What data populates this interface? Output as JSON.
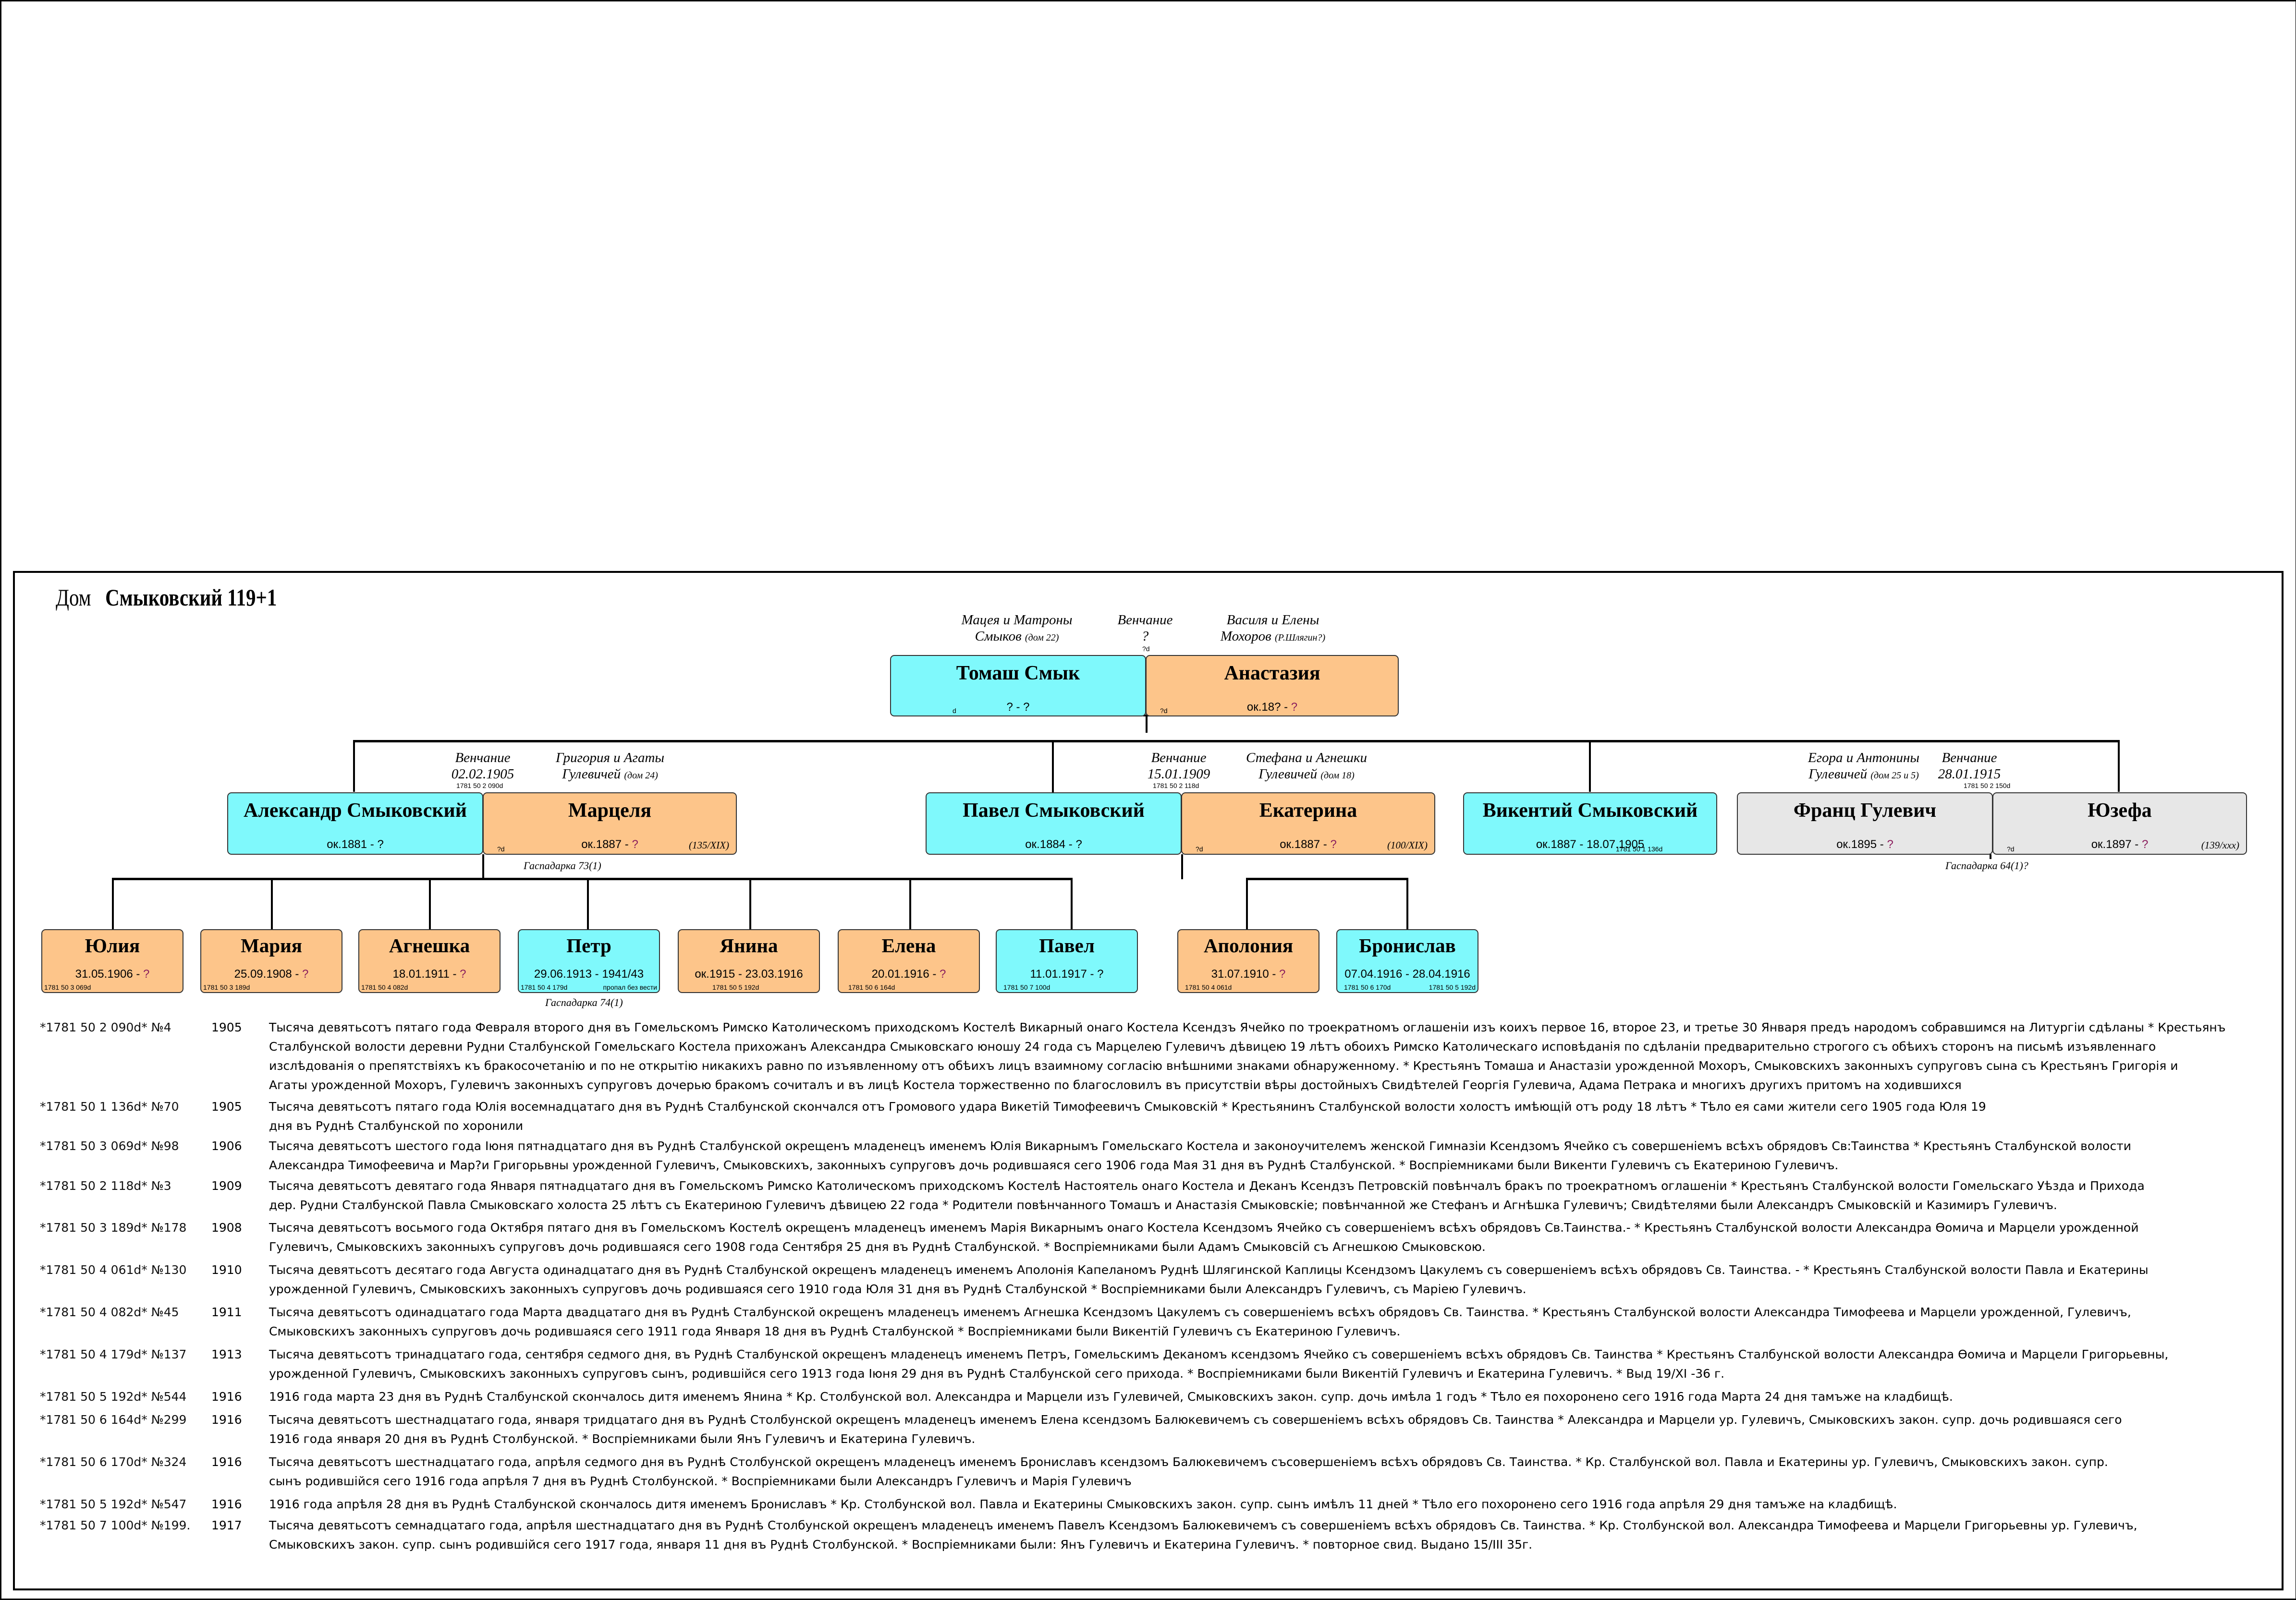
{
  "title": {
    "prefix": "Дом",
    "name": "Смыковский 119+1"
  },
  "captions": {
    "top_left_couple": {
      "l1": "Мацея и Матроны",
      "l2": "Смыков",
      "l2s": "(дом 22)"
    },
    "top_wedding": {
      "l1": "Венчание",
      "l2": "?",
      "ref": "?d"
    },
    "top_right_couple": {
      "l1": "Василя и Елены",
      "l2": "Мохоров",
      "l2s": "(Р.Шлягин?)"
    },
    "w1": {
      "l1": "Венчание",
      "l2": "02.02.1905",
      "ref": "1781 50 2 090d"
    },
    "p1": {
      "l1": "Григория и Агаты",
      "l2": "Гулевичей",
      "l2s": "(дом 24)"
    },
    "w2": {
      "l1": "Венчание",
      "l2": "15.01.1909",
      "ref": "1781 50 2 118d"
    },
    "p2": {
      "l1": "Стефана и Агнешки",
      "l2": "Гулевичей",
      "l2s": "(дом 18)"
    },
    "p3": {
      "l1": "Егора и Антонины",
      "l2": "Гулевичей",
      "l2s": "(дом 25 и 5)"
    },
    "w3": {
      "l1": "Венчание",
      "l2": "28.01.1915",
      "ref": "1781 50 2 150d"
    },
    "gas1": "Гаспадарка 73(1)",
    "gas2": "Гаспадарка 64(1)?",
    "gas3": "Гаспадарка 74(1)"
  },
  "people": {
    "tomash": {
      "name": "Томаш Смык",
      "date": "? - ?",
      "ref": "d"
    },
    "anastasia": {
      "name": "Анастазия",
      "date": "ок.18? - ",
      "q": "?",
      "ref": "?d"
    },
    "alexander": {
      "name": "Александр Смыковский",
      "date": "ок.1881 - ?"
    },
    "marcelia": {
      "name": "Марцеля",
      "date": "ок.1887 - ",
      "q": "?",
      "note": "(135/XIX)",
      "ref": "?d"
    },
    "pavel": {
      "name": "Павел Смыковский",
      "date": "ок.1884 - ?"
    },
    "ekaterina": {
      "name": "Екатерина",
      "date": "ок.1887 - ",
      "q": "?",
      "note": "(100/XIX)",
      "ref": "?d"
    },
    "vikentiy": {
      "name": "Викентий Смыковский",
      "date": "ок.1887 - 18.07.1905",
      "ref": "1781 50 1 136d"
    },
    "frants": {
      "name": "Франц Гулевич",
      "date": "ок.1895 - ",
      "q": "?"
    },
    "yuzefa": {
      "name": "Юзефа",
      "date": "ок.1897 - ",
      "q": "?",
      "note": "(139/xxx)",
      "ref": "?d"
    },
    "yulia": {
      "name": "Юлия",
      "date": "31.05.1906 - ",
      "q": "?",
      "ref": "1781 50 3 069d"
    },
    "maria": {
      "name": "Мария",
      "date": "25.09.1908 - ",
      "q": "?",
      "ref": "1781 50 3 189d"
    },
    "agneshka": {
      "name": "Агнешка",
      "date": "18.01.1911 - ",
      "q": "?",
      "ref": "1781 50 4 082d"
    },
    "petr": {
      "name": "Петр",
      "date": "29.06.1913 - 1941/43",
      "ref": "1781 50 4 179d",
      "ref2": "пропал без вести"
    },
    "yanina": {
      "name": "Янина",
      "date": "ок.1915 - 23.03.1916",
      "ref": "1781 50 5 192d"
    },
    "elena": {
      "name": "Елена",
      "date": "20.01.1916 - ",
      "q": "?",
      "ref": "1781 50 6 164d"
    },
    "pavel2": {
      "name": "Павел",
      "date": "11.01.1917 - ?",
      "ref": "1781 50 7 100d"
    },
    "apolonia": {
      "name": "Аполония",
      "date": "31.07.1910 - ",
      "q": "?",
      "ref": "1781 50 4 061d"
    },
    "bronislav": {
      "name": "Бронислав",
      "date": "07.04.1916 - 28.04.1916",
      "ref": "1781 50 6 170d",
      "ref2": "1781 50 5 192d"
    }
  },
  "records": [
    {
      "id": "*1781 50 2 090d* №4",
      "year": "1905",
      "lines": [
        "Тысяча девятьсотъ пятаго года Февраля второго дня въ Гомельскомъ Римско Католическомъ приходскомъ Костелѣ Викарный онаго Костела Ксендзъ Ячейко по троекратномъ оглашеніи изъ коихъ первое 16, второе 23, и третье 30 Января предъ народомъ собравшимся на Литургіи сдѣланы * Крестьянъ",
        "Сталбунской волости деревни Рудни Сталбунской Гомельскаго Костела прихожанъ Александра Смыковскаго юношу 24 года съ Марцелею Гулевичъ дѣвицею 19 лѣтъ обоихъ Римско Католическаго исповѣданія по сдѣланіи предварительно строгого съ обѣихъ сторонъ на письмѣ изъявленнаго",
        "изслѣдованія о препятствіяхъ къ бракосочетанію и по не открытію никакихъ равно по изъявленному отъ обѣихъ лицъ взаимному согласію внѣшними знаками обнаруженному. * Крестьянъ Томаша и Анастазіи урожденной Мохоръ, Смыковскихъ законныхъ супруговъ сына съ Крестьянъ Григорія и",
        "Агаты урожденной Мохоръ, Гулевичъ законныхъ супруговъ дочерью бракомъ сочиталъ и въ лицѣ Костела торжественно по благословилъ въ присутствіи вѣры достойныхъ Свидѣтелей Георгія Гулевича, Адама Петрака и многихъ другихъ притомъ на ходившихся"
      ]
    },
    {
      "id": "*1781 50 1 136d* №70",
      "year": "1905",
      "lines": [
        "Тысяча девятьсотъ пятаго года Юлія восемнадцатаго дня въ Руднѣ Сталбунской скончался отъ Громового удара Викетій Тимофеевичъ Смыковскій * Крестьянинъ Сталбунской волости холостъ имѣющій отъ роду 18 лѣтъ * Тѣло ея сами жители сего 1905 года Юля 19",
        "дня въ Руднѣ Сталбунской по хоронили"
      ]
    },
    {
      "id": "*1781 50 3 069d* №98",
      "year": "1906",
      "lines": [
        "Тысяча девятьсотъ шестого года Іюня пятнадцатаго дня въ Руднѣ Сталбунской окрещенъ младенецъ именемъ Юлія Викарнымъ Гомельскаго Костела и законоучителемъ женской Гимназіи Ксендзомъ Ячейко съ совершеніемъ всѣхъ обрядовъ Св:Таинства * Крестьянъ Сталбунской волости",
        "Александра Тимофеевича и Мар?и Григорьвны урожденной Гулевичъ, Смыковскихъ, законныхъ супруговъ дочь родившаяся сего 1906 года Мая 31 дня въ Руднѣ Сталбунской. * Воспріемниками были Викенти Гулевичъ съ Екатериною Гулевичъ."
      ]
    },
    {
      "id": "*1781 50 2 118d* №3",
      "year": "1909",
      "lines": [
        "Тысяча девятьсотъ девятаго года Января пятнадцатаго дня въ Гомельскомъ Римско Католическомъ приходскомъ Костелѣ Настоятель онаго Костела и Деканъ Ксендзъ Петровскій повѣнчалъ бракъ по троекратномъ оглашеніи * Крестьянъ Сталбунской волости Гомельскаго Уѣзда и Прихода",
        "дер. Рудни Сталбунской Павла Смыковскаго холоста 25 лѣтъ съ Екатериною Гулевичъ дѣвицею 22 года * Родители повѣнчанного Томашъ и Анастазія Смыковскіе; повѣнчанной же Стефанъ и Агнѣшка Гулевичъ; Свидѣтелями были Александръ Смыковскій и Казимиръ Гулевичъ."
      ]
    },
    {
      "id": "*1781 50 3 189d* №178",
      "year": "1908",
      "lines": [
        "Тысяча девятьсотъ восьмого года Октября пятаго дня въ Гомельскомъ Костелѣ окрещенъ младенецъ именемъ Марія Викарнымъ онаго Костела Ксендзомъ Ячейко съ совершеніемъ всѣхъ обрядовъ Св.Таинства.- * Крестьянъ Сталбунской волости Александра Ѳомича и Марцели урожденной",
        "Гулевичъ, Смыковскихъ законныхъ супруговъ дочь родившаяся сего 1908 года Сентября 25 дня въ Руднѣ Сталбунской. * Воспріемниками были Адамъ Смыковсій съ Агнешкою Смыковскою."
      ]
    },
    {
      "id": "*1781 50 4 061d* №130",
      "year": "1910",
      "lines": [
        "Тысяча девятьсотъ десятаго года Августа одинадцатаго дня въ Руднѣ Сталбунской окрещенъ младенецъ именемъ Аполонія Капеланомъ Руднѣ Шлягинской Каплицы Ксендзомъ Цакулемъ съ совершеніемъ всѣхъ обрядовъ Св. Таинства. - * Крестьянъ Сталбунской волости Павла и Екатерины",
        "урожденной Гулевичъ, Смыковскихъ законныхъ супруговъ дочь родившаяся сего 1910 года Юля 31 дня въ Руднѣ Сталбунской * Воспріемниками были Александръ Гулевичъ, съ Маріею Гулевичъ."
      ]
    },
    {
      "id": "*1781 50 4 082d* №45",
      "year": "1911",
      "lines": [
        "Тысяча девятьсотъ одинадцатаго года Марта двадцатаго дня въ Руднѣ Сталбунской окрещенъ младенецъ именемъ Агнешка Ксендзомъ Цакулемъ съ совершеніемъ всѣхъ обрядовъ Св. Таинства. * Крестьянъ Сталбунской волости Александра Тимофеева и Марцели урожденной, Гулевичъ,",
        "Смыковскихъ законныхъ супруговъ дочь родившаяся сего 1911 года Января 18 дня въ Руднѣ Сталбунской * Воспріемниками были Викентій Гулевичъ съ Екатериною Гулевичъ."
      ]
    },
    {
      "id": "*1781 50 4 179d* №137",
      "year": "1913",
      "lines": [
        "Тысяча девятьсотъ тринадцатаго года, сентября седмого дня, въ Руднѣ Сталбунской окрещенъ младенецъ именемъ Петръ, Гомельскимъ Деканомъ ксендзомъ Ячейко съ совершеніемъ всѣхъ обрядовъ Св. Таинства * Крестьянъ Сталбунской волости Александра Ѳомича и Марцели Григорьевны,",
        "урожденной Гулевичъ, Смыковскихъ законныхъ супруговъ сынъ, родившійся сего 1913 года Іюня 29 дня въ Руднѣ Сталбунской сего прихода. * Воспріемниками были Викентій Гулевичъ и Екатерина Гулевичъ. * Выд 19/XI -36 г."
      ]
    },
    {
      "id": "*1781 50 5 192d* №544",
      "year": "1916",
      "lines": [
        "1916 года марта 23 дня въ Руднѣ Сталбунской скончалось дитя именемъ Янина * Кр. Столбунской вол. Александра и Марцели изъ Гулевичей, Смыковскихъ закон. супр. дочь имѣла 1 годъ * Тѣло ея похоронено сего 1916 года Марта 24 дня тамъже на кладбищѣ."
      ]
    },
    {
      "id": "*1781 50 6 164d* №299",
      "year": "1916",
      "lines": [
        "Тысяча девятьсотъ шестнадцатаго года, января тридцатаго дня въ Руднѣ Столбунской окрещенъ младенецъ именемъ Елена ксендзомъ Балюкевичемъ съ совершеніемъ всѣхъ обрядовъ Св. Таинства * Александра и Марцели ур. Гулевичъ, Смыковскихъ закон. супр. дочь родившаяся сего",
        "1916 года января 20 дня въ Руднѣ Столбунской. * Воспріемниками были Янъ Гулевичъ и Екатерина Гулевичъ."
      ]
    },
    {
      "id": "*1781 50 6 170d* №324",
      "year": "1916",
      "lines": [
        "Тысяча девятьсотъ шестнадцатаго года, апрѣля седмого дня въ Руднѣ Столбунской окрещенъ младенецъ именемъ Брониславъ ксендзомъ Балюкевичемъ съсовершеніемъ всѣхъ обрядовъ Св. Таинства. * Кр. Сталбунской вол. Павла и Екатерины ур. Гулевичъ, Смыковскихъ закон. супр.",
        "сынъ родившійся сего 1916 года апрѣля 7 дня въ Руднѣ Столбунской. * Воспріемниками были Александръ Гулевичъ и Марія Гулевичъ"
      ]
    },
    {
      "id": "*1781 50 5 192d* №547",
      "year": "1916",
      "lines": [
        "1916 года апрѣля 28 дня въ Руднѣ Сталбунской скончалось дитя именемъ Брониславъ * Кр. Столбунской вол. Павла и Екатерины Смыковскихъ закон. супр. сынъ имѣлъ 11 дней * Тѣло его похоронено сего 1916 года апрѣля 29 дня тамъже на кладбищѣ."
      ]
    },
    {
      "id": "*1781 50 7 100d* №199.",
      "year": "1917",
      "lines": [
        "Тысяча девятьсотъ семнадцатаго года, апрѣля шестнадцатаго дня въ Руднѣ Столбунской окрещенъ младенецъ именемъ Павелъ Ксендзомъ Балюкевичемъ съ совершеніемъ всѣхъ обрядовъ Св. Таинства. * Кр. Столбунской вол. Александра Тимофеева и Марцели Григорьевны ур. Гулевичъ,",
        "Смыковскихъ закон. супр. сынъ родившійся сего 1917 года, января 11 дня въ Руднѣ Столбунской. * Воспріемниками были: Янъ Гулевичъ и Екатерина Гулевичъ.  * повторное свид. Выдано 15/III 35г."
      ]
    }
  ]
}
